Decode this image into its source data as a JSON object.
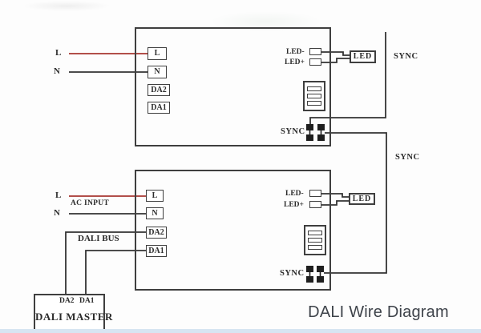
{
  "title": "DALI Wire Diagram",
  "colors": {
    "wire": "#333333",
    "live_wire": "#b24f4a",
    "box_border": "#3f3f3f",
    "label": "#2b2b2b",
    "connector": "#1f1f1f",
    "title_text": "#3e434a",
    "bottom_strip": "#d7e5f2"
  },
  "driver1": {
    "input_l": "L",
    "input_n": "N",
    "terminal_l": "L",
    "terminal_n": "N",
    "terminal_da2": "DA2",
    "terminal_da1": "DA1",
    "led_minus": "LED-",
    "led_plus": "LED+",
    "led_module": "LED",
    "sync_connector": "SYNC"
  },
  "driver2": {
    "input_l": "L",
    "input_n": "N",
    "ac_input": "AC INPUT",
    "dali_bus": "DALI BUS",
    "terminal_l": "L",
    "terminal_n": "N",
    "terminal_da2": "DA2",
    "terminal_da1": "DA1",
    "led_minus": "LED-",
    "led_plus": "LED+",
    "led_module": "LED",
    "sync_connector": "SYNC"
  },
  "sync_bus": {
    "upper": "SYNC",
    "lower": "SYNC"
  },
  "dali_master": {
    "terminal_da2": "DA2",
    "terminal_da1": "DA1",
    "name": "DALI MASTER"
  }
}
